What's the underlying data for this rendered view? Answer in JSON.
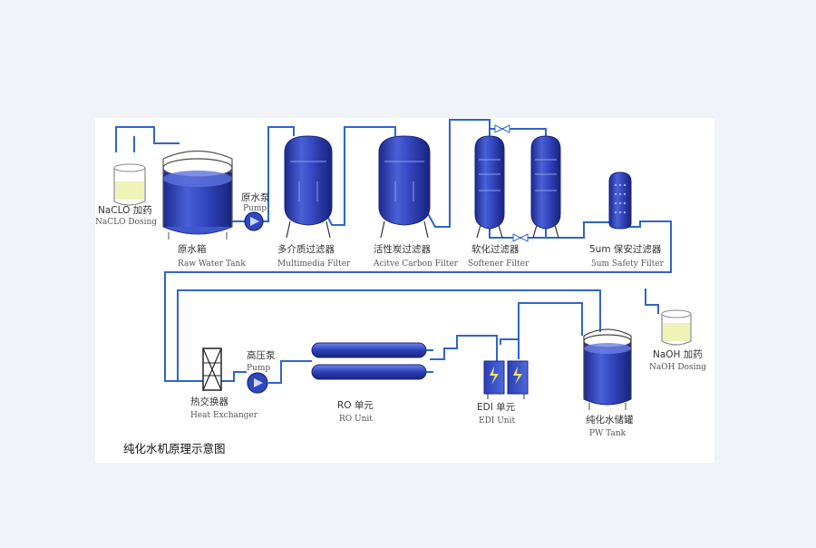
{
  "caption": "纯化水机原理示意图",
  "components": {
    "naclo": {
      "cn": "NaCLO 加药",
      "en": "NaCLO Dosing"
    },
    "raw_tank": {
      "cn": "原水箱",
      "en": "Raw Water Tank"
    },
    "pump1": {
      "cn": "原水泵",
      "en": "Pump"
    },
    "multimedia": {
      "cn": "多介质过滤器",
      "en": "Multimedia Filter"
    },
    "carbon": {
      "cn": "活性炭过滤器",
      "en": "Acitve Carbon Filter"
    },
    "softener": {
      "cn": "软化过滤器",
      "en": "Softener Filter"
    },
    "safety": {
      "cn": "5um 保安过滤器",
      "en": "5um Safety Filter"
    },
    "naoh": {
      "cn": "NaOH 加药",
      "en": "NaOH Dosing"
    },
    "heat_exchanger": {
      "cn": "热交换器",
      "en": "Heat Exchanger"
    },
    "pump2": {
      "cn": "高压泵",
      "en": "Pump"
    },
    "ro": {
      "cn": "RO 单元",
      "en": "RO Unit"
    },
    "edi": {
      "cn": "EDI 单元",
      "en": "EDI Unit"
    },
    "pw_tank": {
      "cn": "纯化水储罐",
      "en": "PW Tank"
    }
  },
  "colors": {
    "pipe": "#2f66c8",
    "vessel_dark": "#1f2f9a",
    "vessel_mid": "#3a4fc4",
    "vessel_light": "#6a80e6",
    "liquid": "#eef3b8",
    "panel": "#ffffff",
    "background": "#f0f3f7"
  }
}
